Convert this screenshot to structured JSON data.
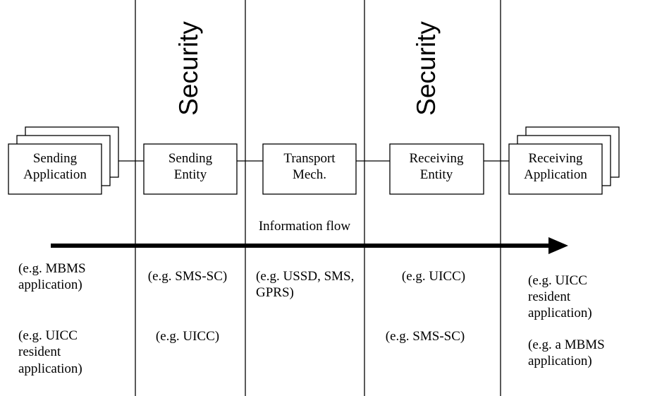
{
  "security_labels": [
    "Security",
    "Security"
  ],
  "boxes": {
    "sending_application": [
      "Sending",
      "Application"
    ],
    "sending_entity": [
      "Sending",
      "Entity"
    ],
    "transport": [
      "Transport",
      "Mech."
    ],
    "receiving_entity": [
      "Receiving",
      "Entity"
    ],
    "receiving_application": [
      "Receiving",
      "Application"
    ]
  },
  "flow_label": "Information flow",
  "examples": {
    "sending_app_1": [
      "(e.g. MBMS",
      "application)"
    ],
    "sending_app_2": [
      "(e.g. UICC",
      "resident",
      "application)"
    ],
    "sending_entity_1": [
      "(e.g. SMS-SC)"
    ],
    "sending_entity_2": [
      "(e.g. UICC)"
    ],
    "transport_1": [
      "(e.g. USSD, SMS,",
      "GPRS)"
    ],
    "receiving_entity_1": [
      "(e.g. UICC)"
    ],
    "receiving_entity_2": [
      "(e.g. SMS-SC)"
    ],
    "receiving_app_1": [
      "(e.g. UICC",
      "resident",
      "application)"
    ],
    "receiving_app_2": [
      "(e.g. a MBMS",
      "application)"
    ]
  }
}
